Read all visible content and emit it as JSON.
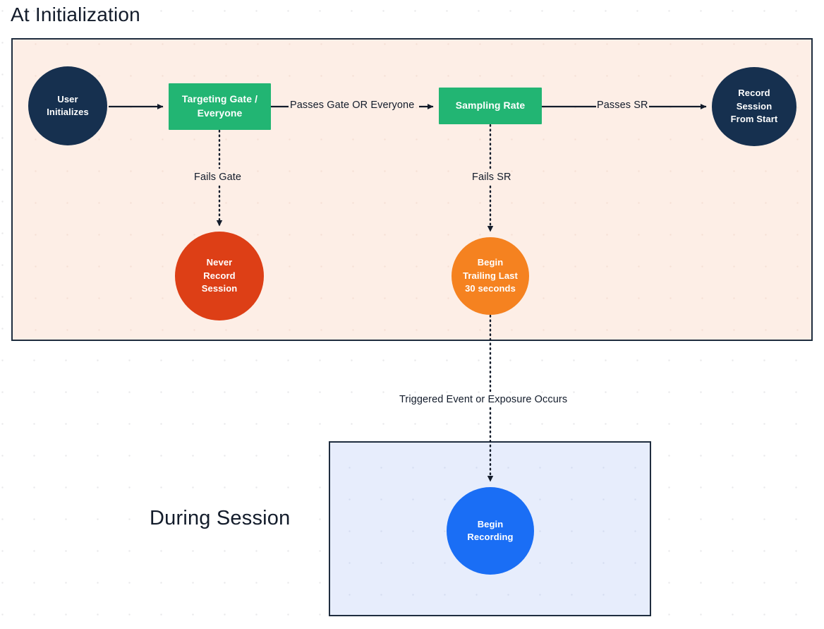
{
  "sections": [
    {
      "id": "at-initialization",
      "title": "At Initialization",
      "background": "#fdeee6",
      "border": "#1f2d3f"
    },
    {
      "id": "during-session",
      "title": "During Session",
      "background": "#e7edfc",
      "border": "#1f2d3f"
    }
  ],
  "nodes": [
    {
      "id": "user-initializes",
      "label": "User\nInitializes",
      "shape": "circle",
      "color": "#16304f",
      "text_color": "#ffffff"
    },
    {
      "id": "targeting-gate",
      "label": "Targeting Gate /\nEveryone",
      "shape": "rect",
      "color": "#22b573",
      "text_color": "#ffffff"
    },
    {
      "id": "sampling-rate",
      "label": "Sampling Rate",
      "shape": "rect",
      "color": "#22b573",
      "text_color": "#ffffff"
    },
    {
      "id": "record-session",
      "label": "Record\nSession\nFrom Start",
      "shape": "circle",
      "color": "#16304f",
      "text_color": "#ffffff"
    },
    {
      "id": "never-record",
      "label": "Never\nRecord\nSession",
      "shape": "circle",
      "color": "#dd3f16",
      "text_color": "#ffffff"
    },
    {
      "id": "begin-trailing",
      "label": "Begin\nTrailing Last\n30 seconds",
      "shape": "circle",
      "color": "#f58220",
      "text_color": "#ffffff"
    },
    {
      "id": "begin-recording",
      "label": "Begin\nRecording",
      "shape": "circle",
      "color": "#1a6ef5",
      "text_color": "#ffffff"
    }
  ],
  "edges": [
    {
      "id": "user-to-gate",
      "from": "user-initializes",
      "to": "targeting-gate",
      "label": "",
      "style": "solid"
    },
    {
      "id": "gate-to-sampling",
      "from": "targeting-gate",
      "to": "sampling-rate",
      "label": "Passes Gate OR Everyone",
      "style": "solid"
    },
    {
      "id": "sampling-to-record",
      "from": "sampling-rate",
      "to": "record-session",
      "label": "Passes SR",
      "style": "solid"
    },
    {
      "id": "gate-to-never",
      "from": "targeting-gate",
      "to": "never-record",
      "label": "Fails Gate",
      "style": "dotted"
    },
    {
      "id": "sampling-to-trailing",
      "from": "sampling-rate",
      "to": "begin-trailing",
      "label": "Fails SR",
      "style": "dotted"
    },
    {
      "id": "trailing-to-begin",
      "from": "begin-trailing",
      "to": "begin-recording",
      "label": "Triggered Event or Exposure Occurs",
      "style": "dotted"
    }
  ],
  "colors": {
    "canvas_background": "#ffffff",
    "grid_dot": "#e8e8ea",
    "stroke": "#131c2b",
    "title_text": "#131c2b"
  }
}
